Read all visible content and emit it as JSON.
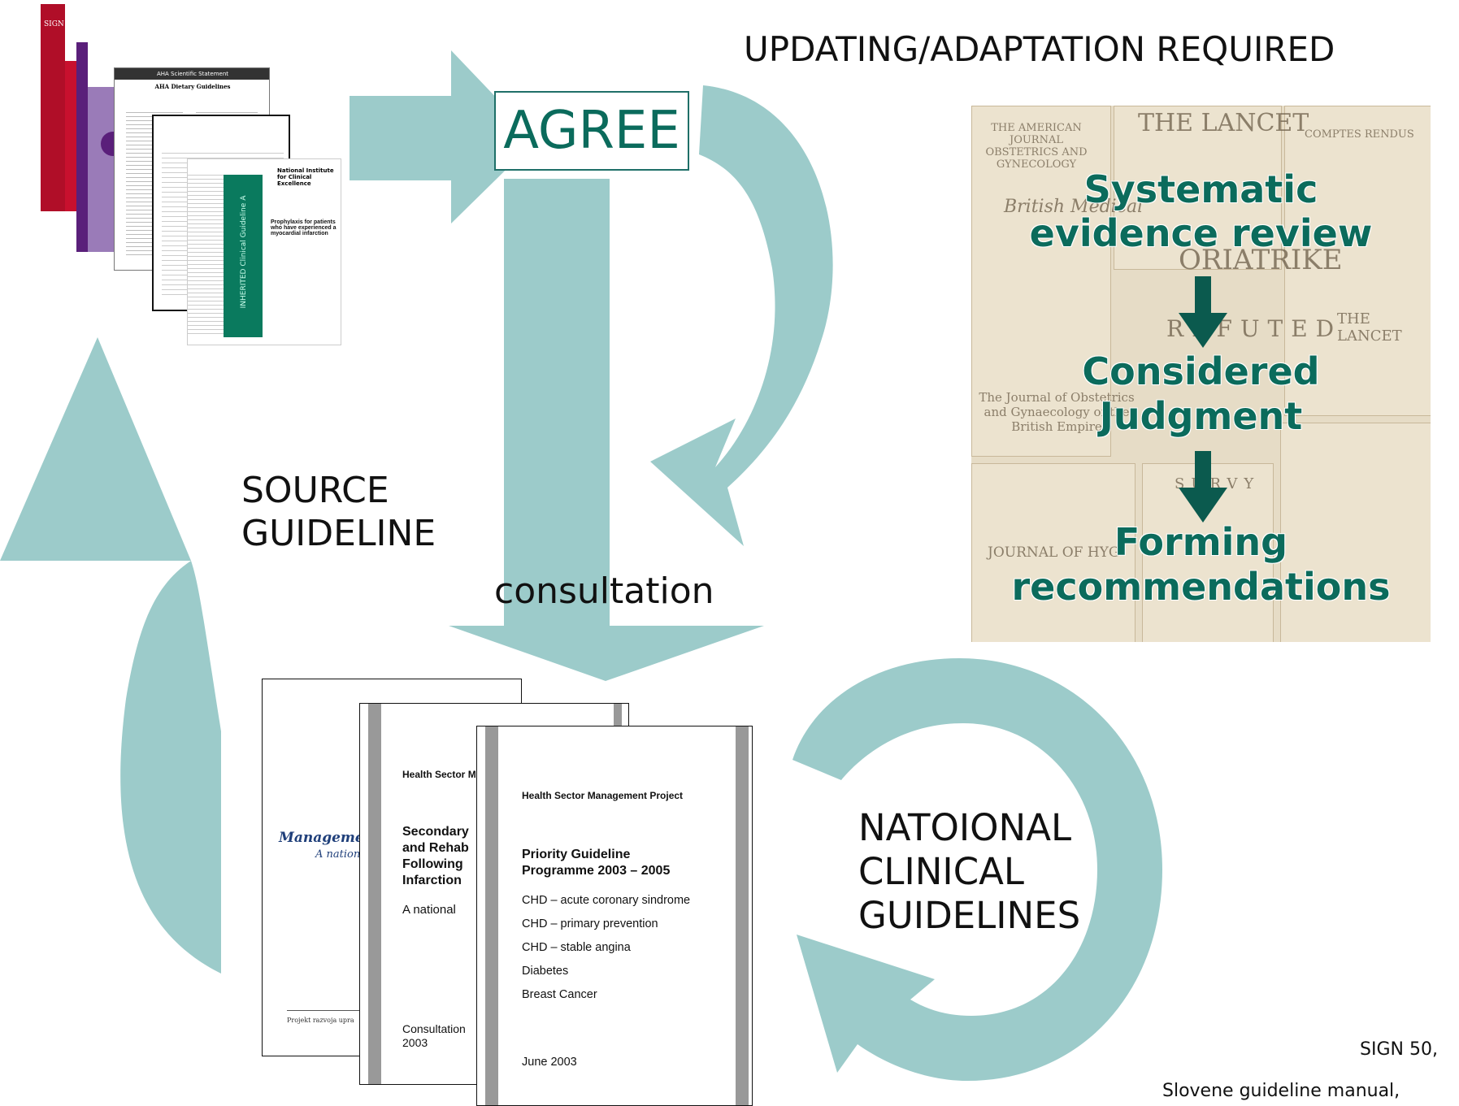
{
  "header": {
    "title": "UPDATING/ADAPTATION REQUIRED"
  },
  "agree_box": {
    "label": "AGREE"
  },
  "source_guideline": {
    "line1": "SOURCE",
    "line2": "GUIDELINE"
  },
  "consultation": {
    "label": "consultation"
  },
  "national": {
    "line1": "NATOIONAL",
    "line2": "CLINICAL",
    "line3": "GUIDELINES"
  },
  "evidence_panel": {
    "steps": [
      "Systematic",
      "evidence review",
      "Considered",
      "Judgment",
      "Forming",
      "recommendations"
    ],
    "background_titles": [
      "THE LANCET",
      "THE AMERICAN JOURNAL OBSTETRICS AND GYNECOLOGY",
      "COMPTES RENDUS",
      "British Medical",
      "ORIATRIKE",
      "REFUTED",
      "THE LANCET",
      "The Journal of Obstetrics and Gynaecology of the British Empire",
      "SURVY",
      "JOURNAL OF HYG"
    ]
  },
  "source_docs": {
    "sign_logo": "SIGN",
    "doc2_header": "AHA Scientific Statement",
    "doc2_title": "AHA Dietary Guidelines",
    "doc4_side": "INHERITED Clinical Guideline A",
    "doc4_title": "Prophylaxis for patients who have experienced a myocardial infarction",
    "doc4_org": "National Institute for Clinical Excellence"
  },
  "national_docs": {
    "doc1": {
      "title": "Management",
      "subtitle": "A nation",
      "footer": "Projekt razvoja upra"
    },
    "doc2": {
      "header": "Health Sector M",
      "title_lines": [
        "Secondary",
        "and Rehab",
        "Following",
        "Infarction"
      ],
      "sub": "A national",
      "footer_lines": [
        "Consultation",
        "2003"
      ]
    },
    "doc3": {
      "header": "Health Sector Management Project",
      "title_lines": [
        "Priority Guideline",
        "Programme 2003 – 2005"
      ],
      "items": [
        "CHD – acute coronary sindrome",
        "CHD – primary prevention",
        "CHD – stable angina",
        "Diabetes",
        "Breast Cancer"
      ],
      "date": "June 2003"
    }
  },
  "footer": {
    "line1": "SIGN 50,",
    "line2": "Slovene guideline manual,"
  },
  "colors": {
    "arrow": "#9ccbca",
    "step_text": "#0b6b5c",
    "step_arrow": "#0b5a4e",
    "agree_border": "#1f6f68"
  }
}
